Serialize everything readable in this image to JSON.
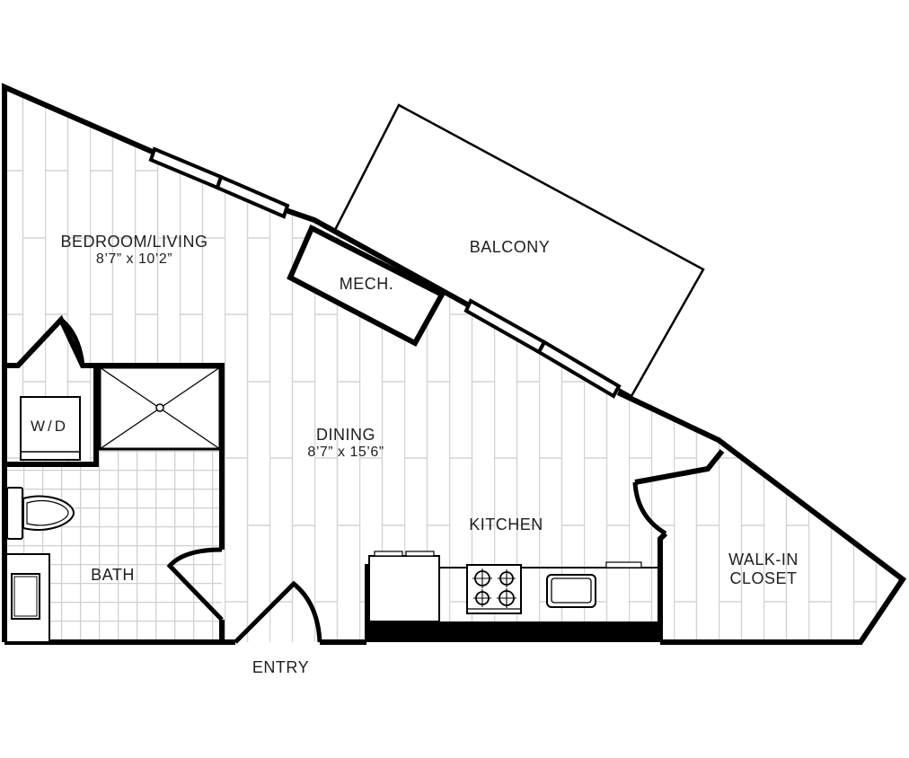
{
  "plan": {
    "title": "Floor Plan",
    "colors": {
      "wall": "#000000",
      "floor_lines": "#d4d4d4",
      "background": "#ffffff",
      "text": "#1e1e1e"
    },
    "rooms": {
      "bedroom_living": {
        "name": "BEDROOM/LIVING",
        "dimensions": "8’7” x 10’2”"
      },
      "dining": {
        "name": "DINING",
        "dimensions": "8’7” x 15’6”"
      },
      "balcony": {
        "name": "BALCONY"
      },
      "mech": {
        "name": "MECH."
      },
      "kitchen": {
        "name": "KITCHEN"
      },
      "bath": {
        "name": "BATH"
      },
      "walkin_closet": {
        "name_line1": "WALK-IN",
        "name_line2": "CLOSET"
      },
      "entry": {
        "name": "ENTRY"
      }
    },
    "fixtures": {
      "washer_dryer": "W/D",
      "shower": "shower",
      "toilet": "toilet",
      "vanity": "vanity",
      "range": "range",
      "sink": "sink",
      "refrigerator": "refrigerator"
    }
  }
}
